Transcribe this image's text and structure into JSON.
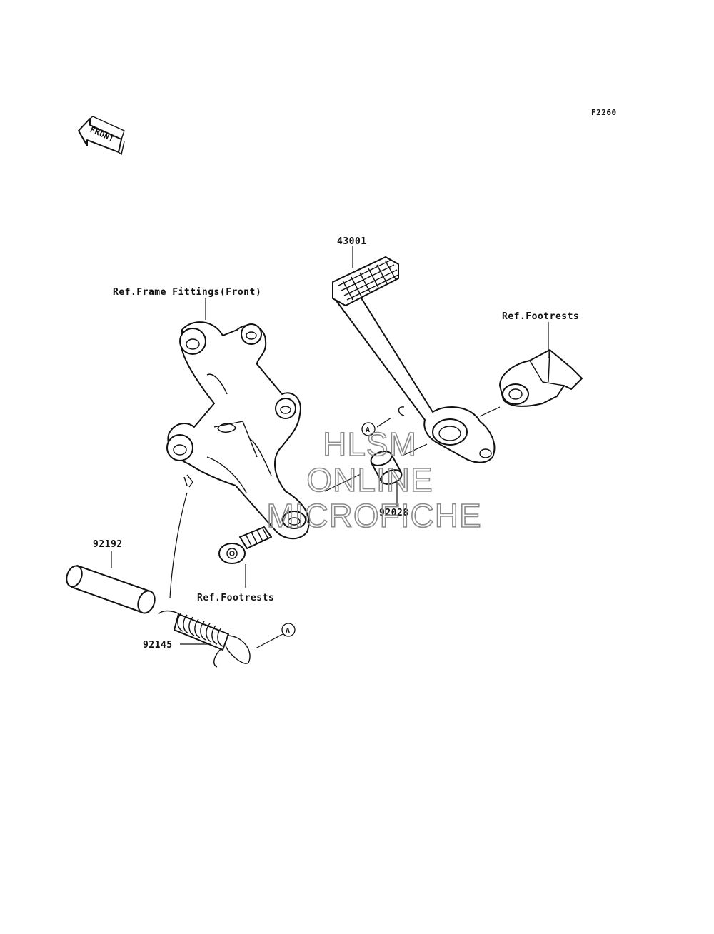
{
  "figure_code": "F2260",
  "front_indicator": "FRONT",
  "watermark": [
    "HLSM",
    "ONLINE",
    "MICROFICHE"
  ],
  "labels": {
    "part_43001": "43001",
    "ref_frame_fittings": "Ref.Frame Fittings(Front)",
    "ref_footrests_upper": "Ref.Footrests",
    "ref_footrests_lower": "Ref.Footrests",
    "part_92192": "92192",
    "part_92145": "92145",
    "part_92028": "92028",
    "callout_a_1": "A",
    "callout_a_2": "A"
  }
}
